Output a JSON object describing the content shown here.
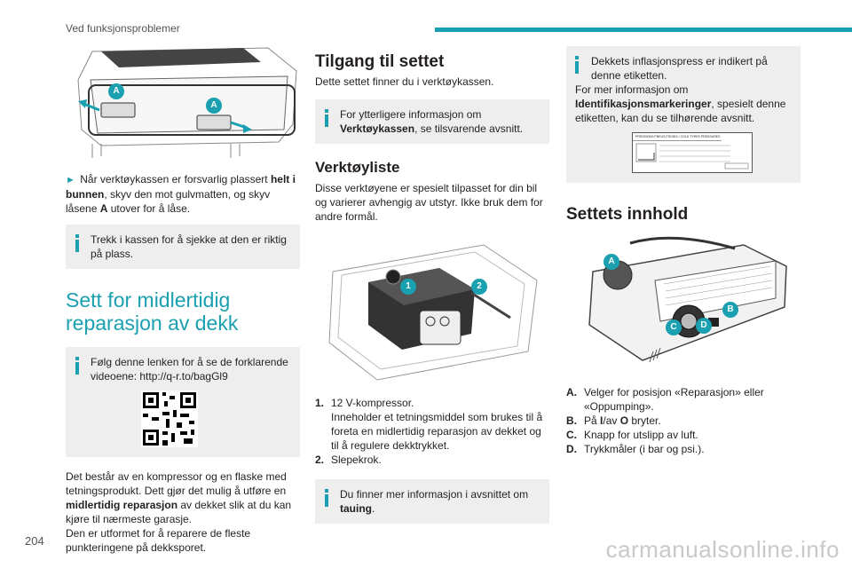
{
  "header": {
    "section_title": "Ved funksjonsproblemer"
  },
  "page_number": "204",
  "watermark": "carmanualsonline.info",
  "col1": {
    "figure_labels": [
      "A",
      "A"
    ],
    "step_text_1": "Når verktøykassen er forsvarlig plassert ",
    "step_bold_1": "helt i bunnen",
    "step_text_2": ", skyv den mot gulvmatten, og skyv låsene ",
    "step_bold_2": "A",
    "step_text_3": " utover for å låse.",
    "info1": "Trekk i kassen for å sjekke at den er riktig på plass.",
    "section_title": "Sett for midlertidig reparasjon av dekk",
    "info2": "Følg denne lenken for å se de forklarende videoene: http://q-r.to/bagGl9",
    "para_1": "Det består av en kompressor og en flaske med tetningsprodukt. Dett gjør det mulig å utføre en ",
    "para_bold": "midlertidig reparasjon",
    "para_2": " av dekket slik at du kan kjøre til nærmeste garasje.",
    "para_3": "Den er utformet for å reparere de fleste punkteringene på dekksporet."
  },
  "col2": {
    "title": "Tilgang til settet",
    "intro": "Dette settet finner du i verktøykassen.",
    "info1_text": "For ytterligere informasjon om ",
    "info1_bold": "Verktøykassen",
    "info1_end": ", se tilsvarende avsnitt.",
    "subtitle": "Verktøyliste",
    "desc": "Disse verktøyene er spesielt tilpasset for din bil og varierer avhengig av utstyr. Ikke bruk dem for andre formål.",
    "figure_labels": [
      "1",
      "2"
    ],
    "items": [
      {
        "num": "1.",
        "line1": "12 V-kompressor.",
        "line2": "Inneholder et tetningsmiddel som brukes til å foreta en midlertidig reparasjon av dekket og til å regulere dekktrykket."
      },
      {
        "num": "2.",
        "line1": "Slepekrok.",
        "line2": ""
      }
    ],
    "info2_text": "Du finner mer informasjon i avsnittet om ",
    "info2_bold": "tauing",
    "info2_end": "."
  },
  "col3": {
    "info_line1": "Dekkets inflasjonspress er indikert på denne etiketten.",
    "info_line2": "For mer informasjon om ",
    "info_bold": "Identifikasjonsmarkeringer",
    "info_line3": ", spesielt denne etiketten, kan du se tilhørende avsnitt.",
    "label_header": "PRESSIONS PNEUS FROIDS / COLD TYRES PRESSURES",
    "title": "Settets innhold",
    "figure_labels": [
      "A",
      "B",
      "C",
      "D"
    ],
    "items": [
      {
        "key": "A.",
        "text": "Velger for posisjon «Reparasjon» eller «Oppumping»."
      },
      {
        "key": "B.",
        "text_pre": "På ",
        "bold1": "I",
        "text_mid": "/av ",
        "bold2": "O",
        "text_post": " bryter."
      },
      {
        "key": "C.",
        "text": "Knapp for utslipp av luft."
      },
      {
        "key": "D.",
        "text": "Trykkmåler (i bar og psi.)."
      }
    ]
  },
  "colors": {
    "accent": "#1aa0b0",
    "box_bg": "#eeeeee",
    "text": "#231f20"
  }
}
